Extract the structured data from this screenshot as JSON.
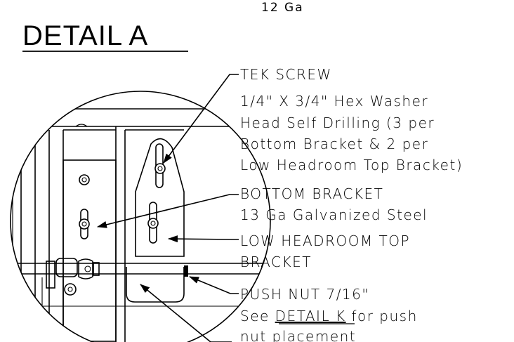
{
  "top_gauge": "12 Ga",
  "title": "DETAIL A",
  "callouts": {
    "tek_screw": {
      "title": "TEK SCREW",
      "lines": [
        "1/4\" X 3/4\" Hex Washer",
        "Head Self Drilling (3 per",
        "Bottom Bracket & 2 per",
        "Low Headroom Top Bracket)"
      ]
    },
    "bottom_bracket": {
      "title": "BOTTOM BRACKET",
      "lines": [
        "13 Ga Galvanized Steel"
      ]
    },
    "low_headroom": {
      "lines": [
        "LOW HEADROOM TOP",
        "BRACKET"
      ]
    },
    "push_nut": {
      "title": "PUSH NUT 7/16\"",
      "see_prefix": "See ",
      "see_link": "DETAIL K",
      "see_suffix": " for push",
      "last_line": "nut placement"
    }
  }
}
